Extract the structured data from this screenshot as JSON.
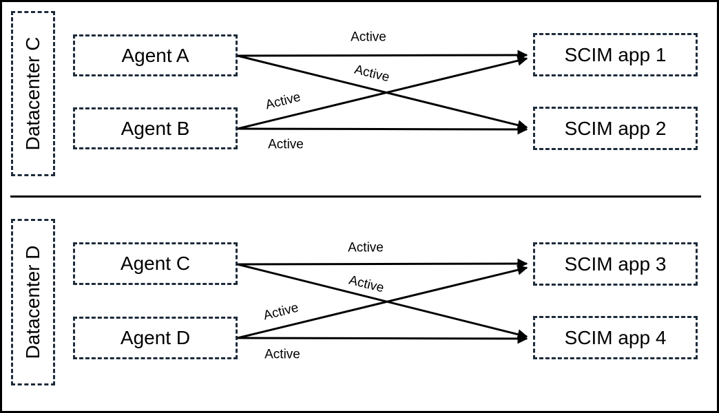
{
  "colors": {
    "box_border": "#1d2b3a",
    "arrow": "#000000",
    "text": "#000000",
    "background": "#ffffff"
  },
  "sections": [
    {
      "datacenter_label": "Datacenter C",
      "agents": [
        {
          "label": "Agent A"
        },
        {
          "label": "Agent B"
        }
      ],
      "apps": [
        {
          "label": "SCIM app 1"
        },
        {
          "label": "SCIM app 2"
        }
      ],
      "connections": [
        {
          "from": "Agent A",
          "to": "SCIM app 1",
          "status": "Active"
        },
        {
          "from": "Agent A",
          "to": "SCIM app 2",
          "status": "Active"
        },
        {
          "from": "Agent B",
          "to": "SCIM app 1",
          "status": "Active"
        },
        {
          "from": "Agent B",
          "to": "SCIM app 2",
          "status": "Active"
        }
      ]
    },
    {
      "datacenter_label": "Datacenter D",
      "agents": [
        {
          "label": "Agent C"
        },
        {
          "label": "Agent D"
        }
      ],
      "apps": [
        {
          "label": "SCIM app 3"
        },
        {
          "label": "SCIM app 4"
        }
      ],
      "connections": [
        {
          "from": "Agent C",
          "to": "SCIM app 3",
          "status": "Active"
        },
        {
          "from": "Agent C",
          "to": "SCIM app 4",
          "status": "Active"
        },
        {
          "from": "Agent D",
          "to": "SCIM app 3",
          "status": "Active"
        },
        {
          "from": "Agent D",
          "to": "SCIM app 4",
          "status": "Active"
        }
      ]
    }
  ]
}
